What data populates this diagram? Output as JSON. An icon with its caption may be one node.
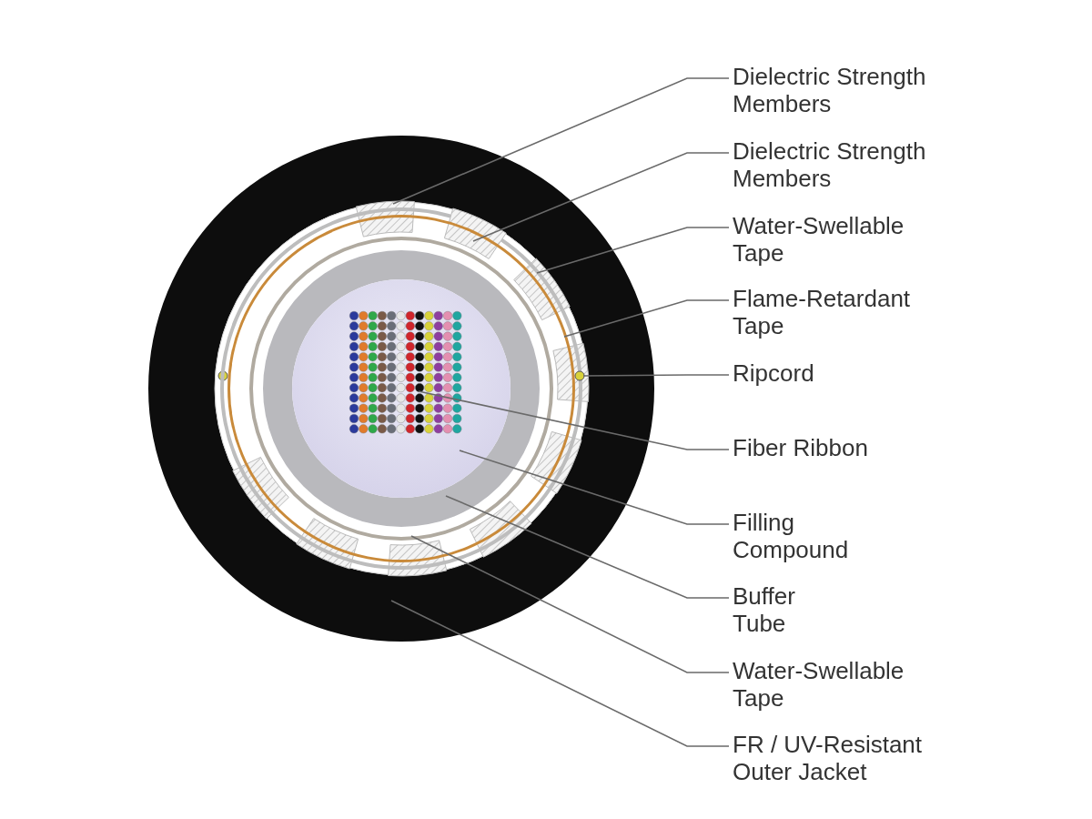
{
  "diagram": {
    "nodes": [
      {
        "text": [
          "Dielectric Strength Members"
        ]
      },
      {
        "text": [
          "Dielectric Strength Members"
        ]
      },
      {
        "text": [
          "Water-Swellable Tape"
        ]
      },
      {
        "text": [
          "Flame-Retardant Tape"
        ]
      },
      {
        "text": [
          "Ripcord"
        ]
      },
      {
        "text": [
          "Fiber Ribbon"
        ]
      },
      {
        "text": [
          "Filling Compound"
        ]
      },
      {
        "text": [
          "Buffer Tube"
        ]
      },
      {
        "text": [
          "Water-Swellable Tape"
        ]
      },
      {
        "text": [
          "FR / UV-Resistant Outer Jacket"
        ]
      },
      {
        "text": [],
        "shape": "bar",
        "in": 19
      },
      {
        "text": [],
        "shape": "bar",
        "in": 12
      },
      {
        "text": [],
        "shape": "circle",
        "in": 19
      },
      {
        "text": [],
        "shape": "circle",
        "in": 19
      },
      {
        "text": [],
        "shape": "circle",
        "in": 12
      },
      {
        "text": [],
        "shape": "picture",
        "in": 16
      },
      {
        "text": [],
        "shape": "circle",
        "in": 17
      },
      {
        "text": [],
        "shape": "circle",
        "in": 18
      },
      {
        "text": [],
        "shape": "circle",
        "in": 13
      },
      {
        "text": [],
        "shape": "circle"
      }
    ],
    "edges": [
      {
        "from": 0,
        "to": 10,
        "arrow": "none"
      },
      {
        "from": 1,
        "to": 11,
        "arrow": "none"
      },
      {
        "from": 2,
        "to": 12,
        "arrow": "none"
      },
      {
        "from": 3,
        "to": 13,
        "arrow": "none"
      },
      {
        "from": 4,
        "to": 14,
        "arrow": "none"
      },
      {
        "from": 5,
        "to": 15,
        "arrow": "none"
      },
      {
        "from": 6,
        "to": 16,
        "arrow": "none"
      },
      {
        "from": 7,
        "to": 17,
        "arrow": "none"
      },
      {
        "from": 8,
        "to": 18,
        "arrow": "none"
      },
      {
        "from": 9,
        "to": 19,
        "arrow": "none"
      }
    ]
  }
}
